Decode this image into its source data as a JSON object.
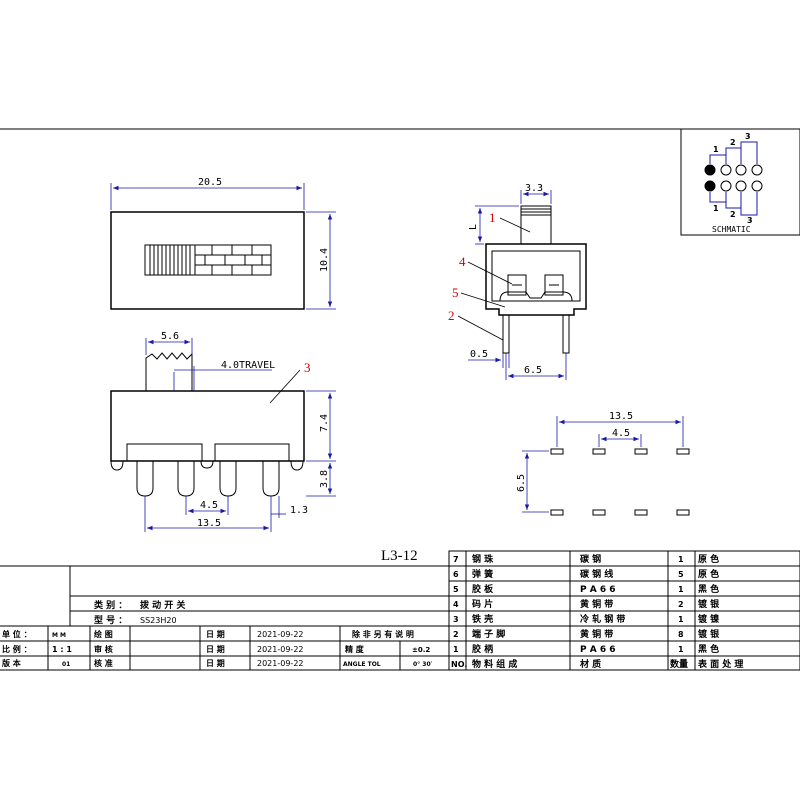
{
  "drawing_title": "L3-12",
  "schematic_label": "SCHMATIC",
  "schematic_pins_top": [
    "1",
    "2",
    "3"
  ],
  "schematic_pins_bottom": [
    "1",
    "2",
    "3"
  ],
  "callouts": [
    "1",
    "2",
    "3",
    "4",
    "5"
  ],
  "dims": {
    "top_width": "20.5",
    "top_height": "10.4",
    "knob_width": "5.6",
    "travel": "4.0TRAVEL",
    "body_height": "7.4",
    "pin_length": "3.8",
    "pin_pitch": "4.5",
    "pin_span": "13.5",
    "pin_offset": "1.3",
    "side_knob_width": "3.3",
    "side_knob_height": "L",
    "side_pin_width": "0.5",
    "side_pin_span": "6.5",
    "pcb_span": "13.5",
    "pcb_pitch": "4.5",
    "pcb_row_spacing": "6.5"
  },
  "bom": [
    {
      "no": "7",
      "name": "钢 珠",
      "material": "碳 钢",
      "qty": "1",
      "finish": "原 色"
    },
    {
      "no": "6",
      "name": "弹 簧",
      "material": "碳 钢 线",
      "qty": "5",
      "finish": "原 色"
    },
    {
      "no": "5",
      "name": "胶 板",
      "material": "P A 6 6",
      "qty": "1",
      "finish": "黑 色"
    },
    {
      "no": "4",
      "name": "码 片",
      "material": "黄 铜 带",
      "qty": "2",
      "finish": "镀 银"
    },
    {
      "no": "3",
      "name": "铁 壳",
      "material": "冷 轧 钢 带",
      "qty": "1",
      "finish": "镀 镍"
    },
    {
      "no": "2",
      "name": "端 子 脚",
      "material": "黄 铜 带",
      "qty": "8",
      "finish": "镀 银"
    },
    {
      "no": "1",
      "name": "胶 柄",
      "material": "P A 6 6",
      "qty": "1",
      "finish": "黑 色"
    }
  ],
  "bom_header": {
    "no": "NO.",
    "name": "物 料 组 成",
    "material": "材 质",
    "qty": "数量",
    "finish": "表 面 处 理"
  },
  "title_block": {
    "category_label": "类 别 ：",
    "category_value": "拨 动 开 关",
    "model_label": "型 号 ：",
    "model_value": "SS23H20",
    "unit_label": "单 位 ：",
    "unit_value": "M M",
    "scale_label": "比 例 ：",
    "scale_value": "1 : 1",
    "version_label": "版 本",
    "version_value": "01",
    "draw_label": "绘 图",
    "check_label": "审 核",
    "approve_label": "核 准",
    "date_label": "日 期",
    "date1": "2021-09-22",
    "date2": "2021-09-22",
    "date3": "2021-09-22",
    "note": "除 非 另 有 说 明",
    "accuracy_label": "精 度",
    "accuracy_value": "±0.2",
    "angle_label": "ANGLE TOL",
    "angle_value": "0° 30′"
  }
}
